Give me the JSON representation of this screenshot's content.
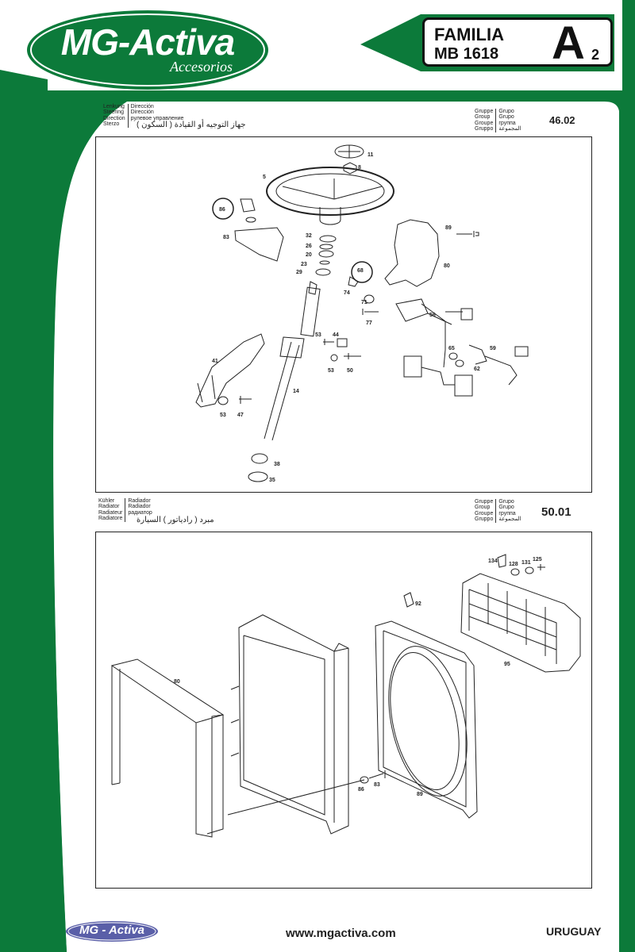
{
  "brand": {
    "logo_main": "MG-Activa",
    "logo_sub": "Accesorios",
    "green": "#0c7a3a",
    "footer_logo": "MG - Activa",
    "footer_logo_color": "#5a5fa8"
  },
  "family": {
    "label": "FAMILIA",
    "model": "MB 1618",
    "letter": "A",
    "number": "2"
  },
  "steering": {
    "names_de_en": [
      "Lenkung",
      "Steering",
      "Direction",
      "Sterzo"
    ],
    "names_es_ru": [
      "Dirección",
      "Dirección",
      "рулевое управление"
    ],
    "arabic": "جهاز التوجيه أو القيادة ( السكون )",
    "group_labels_a": [
      "Gruppe",
      "Group",
      "Groupe",
      "Gruppo"
    ],
    "group_labels_b": [
      "Grupo",
      "Grupo",
      "группа",
      "المجموعة"
    ],
    "number": "46.02",
    "parts": [
      "11",
      "8",
      "5",
      "86",
      "83",
      "32",
      "26",
      "20",
      "23",
      "29",
      "89",
      "80",
      "68",
      "74",
      "71",
      "77",
      "56",
      "53",
      "44",
      "65",
      "59",
      "41",
      "53",
      "50",
      "62",
      "14",
      "53",
      "47",
      "38",
      "35"
    ]
  },
  "radiator": {
    "names_de_en": [
      "Kühler",
      "Radiator",
      "Radiateur",
      "Radiatore"
    ],
    "names_es_ru": [
      "Radiador",
      "Radiador",
      "радиатор"
    ],
    "arabic": "مبرد ( رادياتور ) السيارة",
    "group_labels_a": [
      "Gruppe",
      "Group",
      "Groupe",
      "Gruppo"
    ],
    "group_labels_b": [
      "Grupo",
      "Grupo",
      "группа",
      "المجموعة"
    ],
    "number": "50.01",
    "parts": [
      "134",
      "128",
      "131",
      "125",
      "92",
      "95",
      "80",
      "86",
      "83",
      "89"
    ]
  },
  "footer": {
    "url": "www.mgactiva.com",
    "country": "URUGUAY"
  }
}
